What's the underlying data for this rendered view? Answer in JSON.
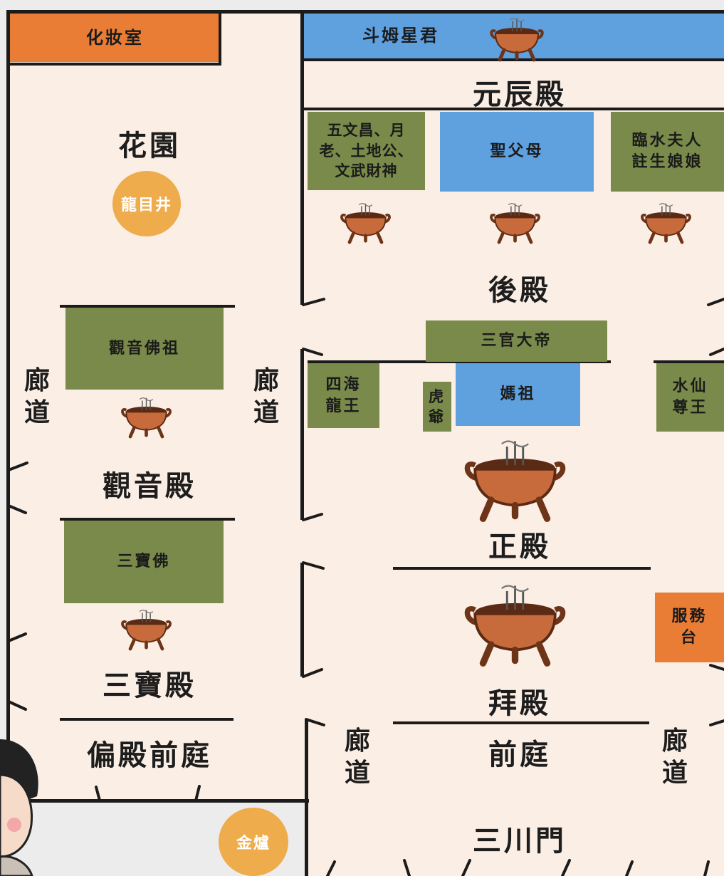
{
  "halls": {
    "vanity_room": "化妝室",
    "garden": "花園",
    "dragon_eye_well": "龍目井",
    "guanyin_shrine": "觀音佛祖",
    "guanyin_hall": "觀音殿",
    "three_buddhas_shrine": "三寶佛",
    "three_treasures_hall": "三寶殿",
    "side_front_court": "偏殿前庭",
    "gold_furnace": "金爐",
    "doumu": "斗姆星君",
    "yuanchen_hall": "元辰殿",
    "wenchang": "五文昌、月老、土地公、文武財神",
    "wenchang_lines": [
      "五文昌、月",
      "老、土地公、",
      "文武財神"
    ],
    "holy_parents": "聖父母",
    "linshui": "臨水夫人註生娘娘",
    "linshui_lines": [
      "臨水夫人",
      "註生娘娘"
    ],
    "rear_hall": "後殿",
    "sanguan": "三官大帝",
    "sihai": "四海龍王",
    "sihai_lines": [
      "四海",
      "龍王"
    ],
    "tiger": "虎爺",
    "tiger_lines": [
      "虎",
      "爺"
    ],
    "mazu": "媽祖",
    "shuixian": "水仙尊王",
    "shuixian_lines": [
      "水仙",
      "尊王"
    ],
    "main_hall": "正殿",
    "worship_hall": "拜殿",
    "service_desk": "服務台",
    "service_lines": [
      "服務",
      "台"
    ],
    "front_court": "前庭",
    "sanchuan_gate": "三川門",
    "corridor": "廊道",
    "corridor_lines": [
      "廊",
      "道"
    ]
  },
  "colors": {
    "floor": "#fbeee5",
    "green_shrine": "#7a8a4a",
    "blue_shrine": "#5fa0df",
    "orange_room": "#ea7d35",
    "circle": "#eeac4c",
    "wall": "#1b1b1b"
  },
  "icons": [
    "incense-burner-icon",
    "person-avatar-icon"
  ]
}
